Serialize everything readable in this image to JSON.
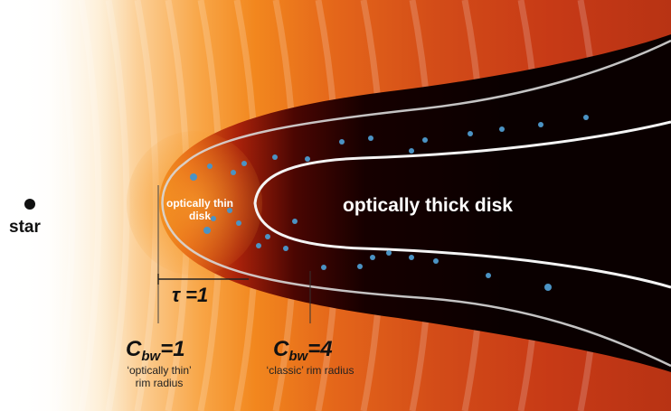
{
  "labels": {
    "star": "star",
    "thin_disk_line1": "optically thin",
    "thin_disk_line2": "disk",
    "thick_disk": "optically thick disk",
    "tau_symbol": "τ",
    "tau_value": "=1",
    "cbw1_main": "C",
    "cbw1_sub": "bw",
    "cbw1_value": "=1",
    "cbw1_desc_line1": "‘optically thin’",
    "cbw1_desc_line2": "rim radius",
    "cbw4_main": "C",
    "cbw4_sub": "bw",
    "cbw4_value": "=4",
    "cbw4_desc_line1": "‘classic’ rim radius"
  },
  "colors": {
    "background_hot": "#fff8ee",
    "background_mid": "#f58a1e",
    "background_far": "#c63a16",
    "disk_dark": "#080000",
    "contour": "#e6e6e6",
    "grain": "#4b93c4",
    "text_dark": "#111111",
    "text_light": "#ffffff",
    "text_mid": "#222222"
  }
}
